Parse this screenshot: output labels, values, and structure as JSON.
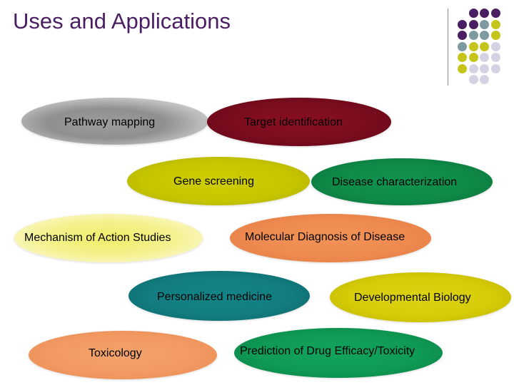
{
  "slide": {
    "title": "Uses and Applications",
    "title_color": "#4b1e63"
  },
  "decoration": {
    "dot_colors": [
      "#4b1e63",
      "#7d9aa0",
      "#c5c41b",
      "#d3d3e4"
    ],
    "icon": "dot-grid"
  },
  "applications": [
    {
      "label": "Pathway mapping",
      "color": "#9a9a9a"
    },
    {
      "label": "Target identification",
      "color": "#7b0d22"
    },
    {
      "label": "Gene screening",
      "color": "#c5c400"
    },
    {
      "label": "Disease characterization",
      "color": "#0f8a4a"
    },
    {
      "label": "Mechanism of Action Studies",
      "color": "#f6f27a"
    },
    {
      "label": "Molecular Diagnosis of Disease",
      "color": "#ee8a50"
    },
    {
      "label": "Personalized medicine",
      "color": "#127d80"
    },
    {
      "label": "Developmental Biology",
      "color": "#d6cc08"
    },
    {
      "label": "Toxicology",
      "color": "#f19a62"
    },
    {
      "label": "Prediction of Drug Efficacy/Toxicity",
      "color": "#0f9a55"
    }
  ]
}
